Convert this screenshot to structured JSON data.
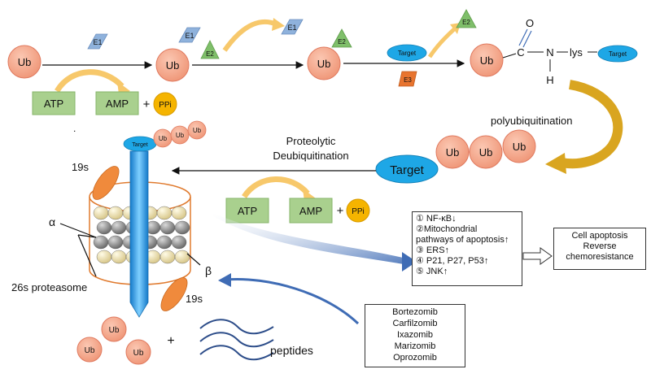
{
  "labels": {
    "ub": "Ub",
    "e1": "E1",
    "e2": "E2",
    "e3": "E3",
    "atp": "ATP",
    "amp": "AMP",
    "ppi": "PPi",
    "plus": "+",
    "target": "Target",
    "carbon": "C",
    "oxygen": "O",
    "nitrogen": "N",
    "hydrogen": "H",
    "lys": "lys",
    "dash": "—",
    "dot": ".",
    "polyubiquitination": "polyubiquitination",
    "proteolytic": "Proteolytic",
    "deubiquitination": "Deubiquitination",
    "s19": "19s",
    "alpha": "α",
    "beta": "β",
    "proteasome": "26s proteasome",
    "peptides": "peptides"
  },
  "effects": [
    "① NF-κB↓",
    "②Mitochondrial",
    "pathways of apoptosis↑",
    "③ ERS↑",
    "④ P21, P27, P53↑",
    "⑤ JNK↑"
  ],
  "outcome": [
    "Cell apoptosis",
    "Reverse",
    "chemoresistance"
  ],
  "drugs": [
    "Bortezomib",
    "Carfilzomib",
    "Ixazomib",
    "Marizomib",
    "Oprozomib"
  ],
  "colors": {
    "ub_fill": "#f4a98d",
    "ub_stroke": "#e07a5f",
    "e1_fill": "#8fb2dc",
    "e2_fill": "#7fbf6a",
    "e3_fill": "#e8742f",
    "target_fill": "#1ea7e6",
    "atp_fill": "#a9d08e",
    "ppi_fill": "#f5b400",
    "orange_arrow": "#f7c86b",
    "gold_arrow": "#d9a520",
    "blue_arrow": "#3f6cb5",
    "cylinder_stroke": "#e07a2e",
    "subunit_orange": "#f08a3c",
    "peptide": "#2e4e8a"
  }
}
